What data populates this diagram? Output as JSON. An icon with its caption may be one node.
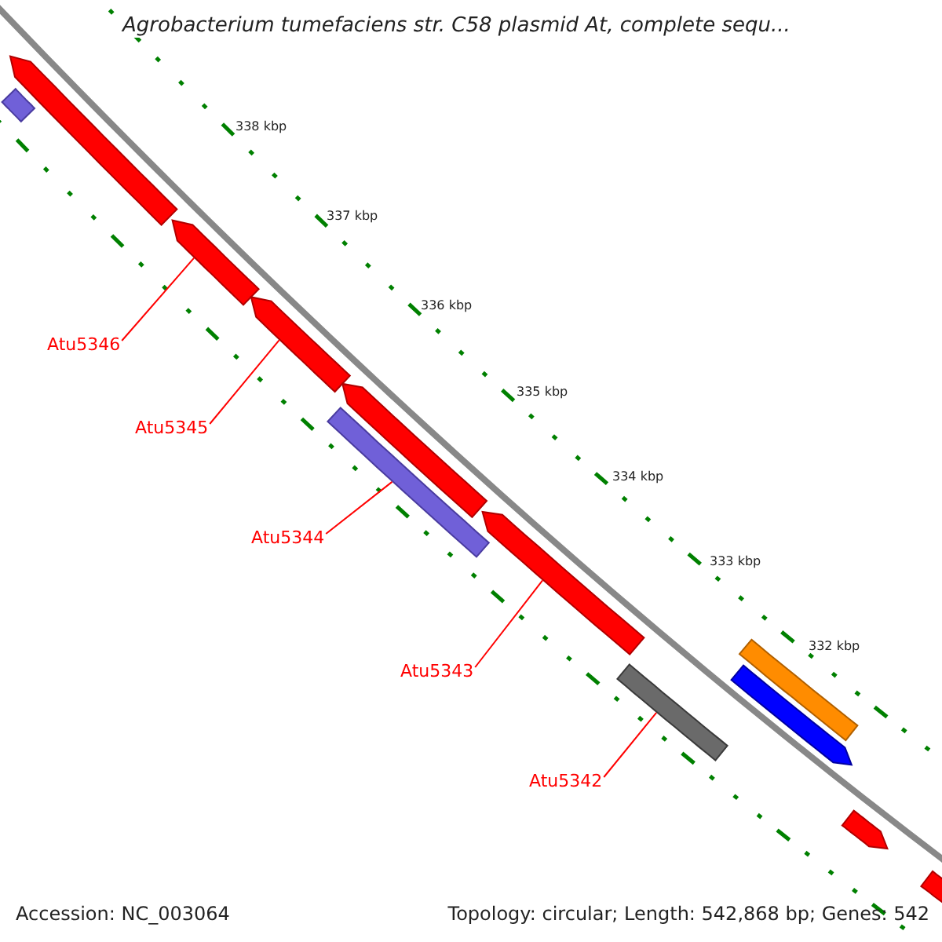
{
  "diagram": {
    "title": "Agrobacterium tumefaciens str. C58 plasmid At, complete sequ...",
    "nodes": [
      {
        "text": [
          "Atu5346"
        ]
      },
      {
        "text": [
          "Atu5345"
        ]
      },
      {
        "text": [
          "Atu5344"
        ]
      },
      {
        "text": [
          "Atu5343"
        ]
      },
      {
        "text": [
          "Atu5342"
        ]
      },
      {
        "text": [],
        "shape": "bar"
      },
      {
        "text": [],
        "shape": "bar"
      },
      {
        "text": [],
        "shape": "bar"
      },
      {
        "text": [],
        "shape": "bar"
      },
      {
        "text": [],
        "shape": "bar"
      },
      {
        "text": [],
        "shape": "bar"
      },
      {
        "text": [],
        "shape": "bar"
      },
      {
        "text": [],
        "shape": "bar"
      },
      {
        "text": [],
        "shape": "bar"
      },
      {
        "text": [],
        "shape": "bar"
      },
      {
        "text": [],
        "shape": "bar"
      },
      {
        "text": [],
        "shape": "bar"
      }
    ],
    "edges": [
      {
        "from": 0,
        "to": 5,
        "arrow": "none"
      },
      {
        "from": 1,
        "to": 6,
        "arrow": "none"
      },
      {
        "from": 2,
        "to": 7,
        "arrow": "none"
      },
      {
        "from": 3,
        "to": 8,
        "arrow": "none"
      },
      {
        "from": 4,
        "to": 9,
        "arrow": "none"
      }
    ],
    "labels": [
      "338 kbp",
      "337 kbp",
      "336 kbp",
      "335 kbp",
      "334 kbp",
      "333 kbp",
      "332 kbp",
      "Accession: NC_003064",
      "Topology: circular; Length: 542,868 bp; Genes: 542"
    ]
  }
}
